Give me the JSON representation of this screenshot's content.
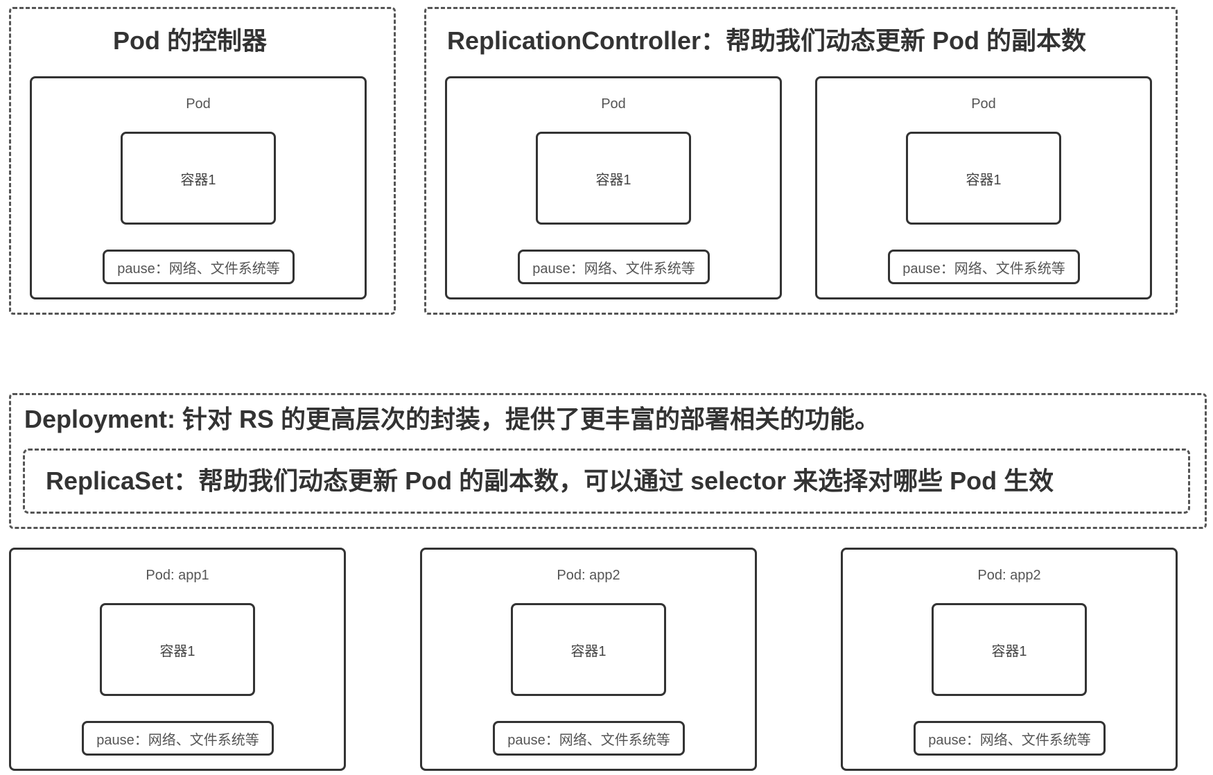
{
  "groups": {
    "pod_controller": {
      "title": "Pod 的控制器"
    },
    "replication_controller": {
      "title": "ReplicationController：帮助我们动态更新 Pod 的副本数"
    },
    "deployment": {
      "title": "Deployment: 针对 RS 的更高层次的封装，提供了更丰富的部署相关的功能。"
    },
    "replicaset": {
      "title": "ReplicaSet：帮助我们动态更新 Pod 的副本数，可以通过 selector 来选择对哪些 Pod 生效"
    }
  },
  "pods": [
    {
      "label": "Pod",
      "container": "容器1",
      "pause": "pause：网络、文件系统等"
    },
    {
      "label": "Pod",
      "container": "容器1",
      "pause": "pause：网络、文件系统等"
    },
    {
      "label": "Pod",
      "container": "容器1",
      "pause": "pause：网络、文件系统等"
    },
    {
      "label": "Pod: app1",
      "container": "容器1",
      "pause": "pause：网络、文件系统等"
    },
    {
      "label": "Pod: app2",
      "container": "容器1",
      "pause": "pause：网络、文件系统等"
    },
    {
      "label": "Pod: app2",
      "container": "容器1",
      "pause": "pause：网络、文件系统等"
    }
  ]
}
